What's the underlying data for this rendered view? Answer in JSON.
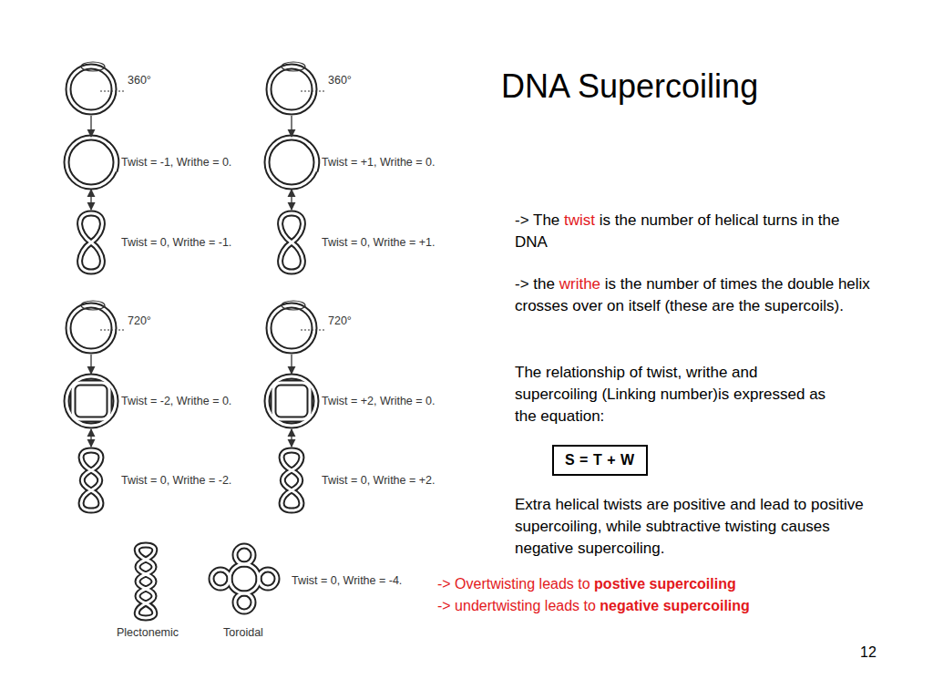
{
  "diagram": {
    "title": "DNA Supercoiling",
    "nodes": [
      {
        "text": [
          "S = T + W"
        ]
      }
    ],
    "labels": [
      "360°",
      "360°",
      "Twist = -1, Writhe = 0.",
      "Twist = +1, Writhe = 0.",
      "Twist = 0, Writhe = -1.",
      "Twist = 0, Writhe = +1.",
      "720°",
      "720°",
      "Twist = -2, Writhe = 0.",
      "Twist = +2, Writhe = 0.",
      "Twist = 0, Writhe = -2.",
      "Twist = 0, Writhe = +2.",
      "Twist = 0, Writhe = -4.",
      "Plectonemic",
      "Toroidal",
      "-> The",
      "twist",
      "is the number of helical turns in the DNA",
      "-> the",
      "writhe",
      "is the number of times the double helix crosses over on itself (these are the supercoils).",
      "The relationship of twist, writhe and supercoiling (Linking number)is expressed as the equation:",
      "Extra helical twists are positive and lead to positive supercoiling, while subtractive twisting causes negative supercoiling.",
      "-> Overtwisting leads to",
      "postive supercoiling",
      "-> undertwisting leads to",
      "negative supercoiling",
      "12"
    ]
  }
}
